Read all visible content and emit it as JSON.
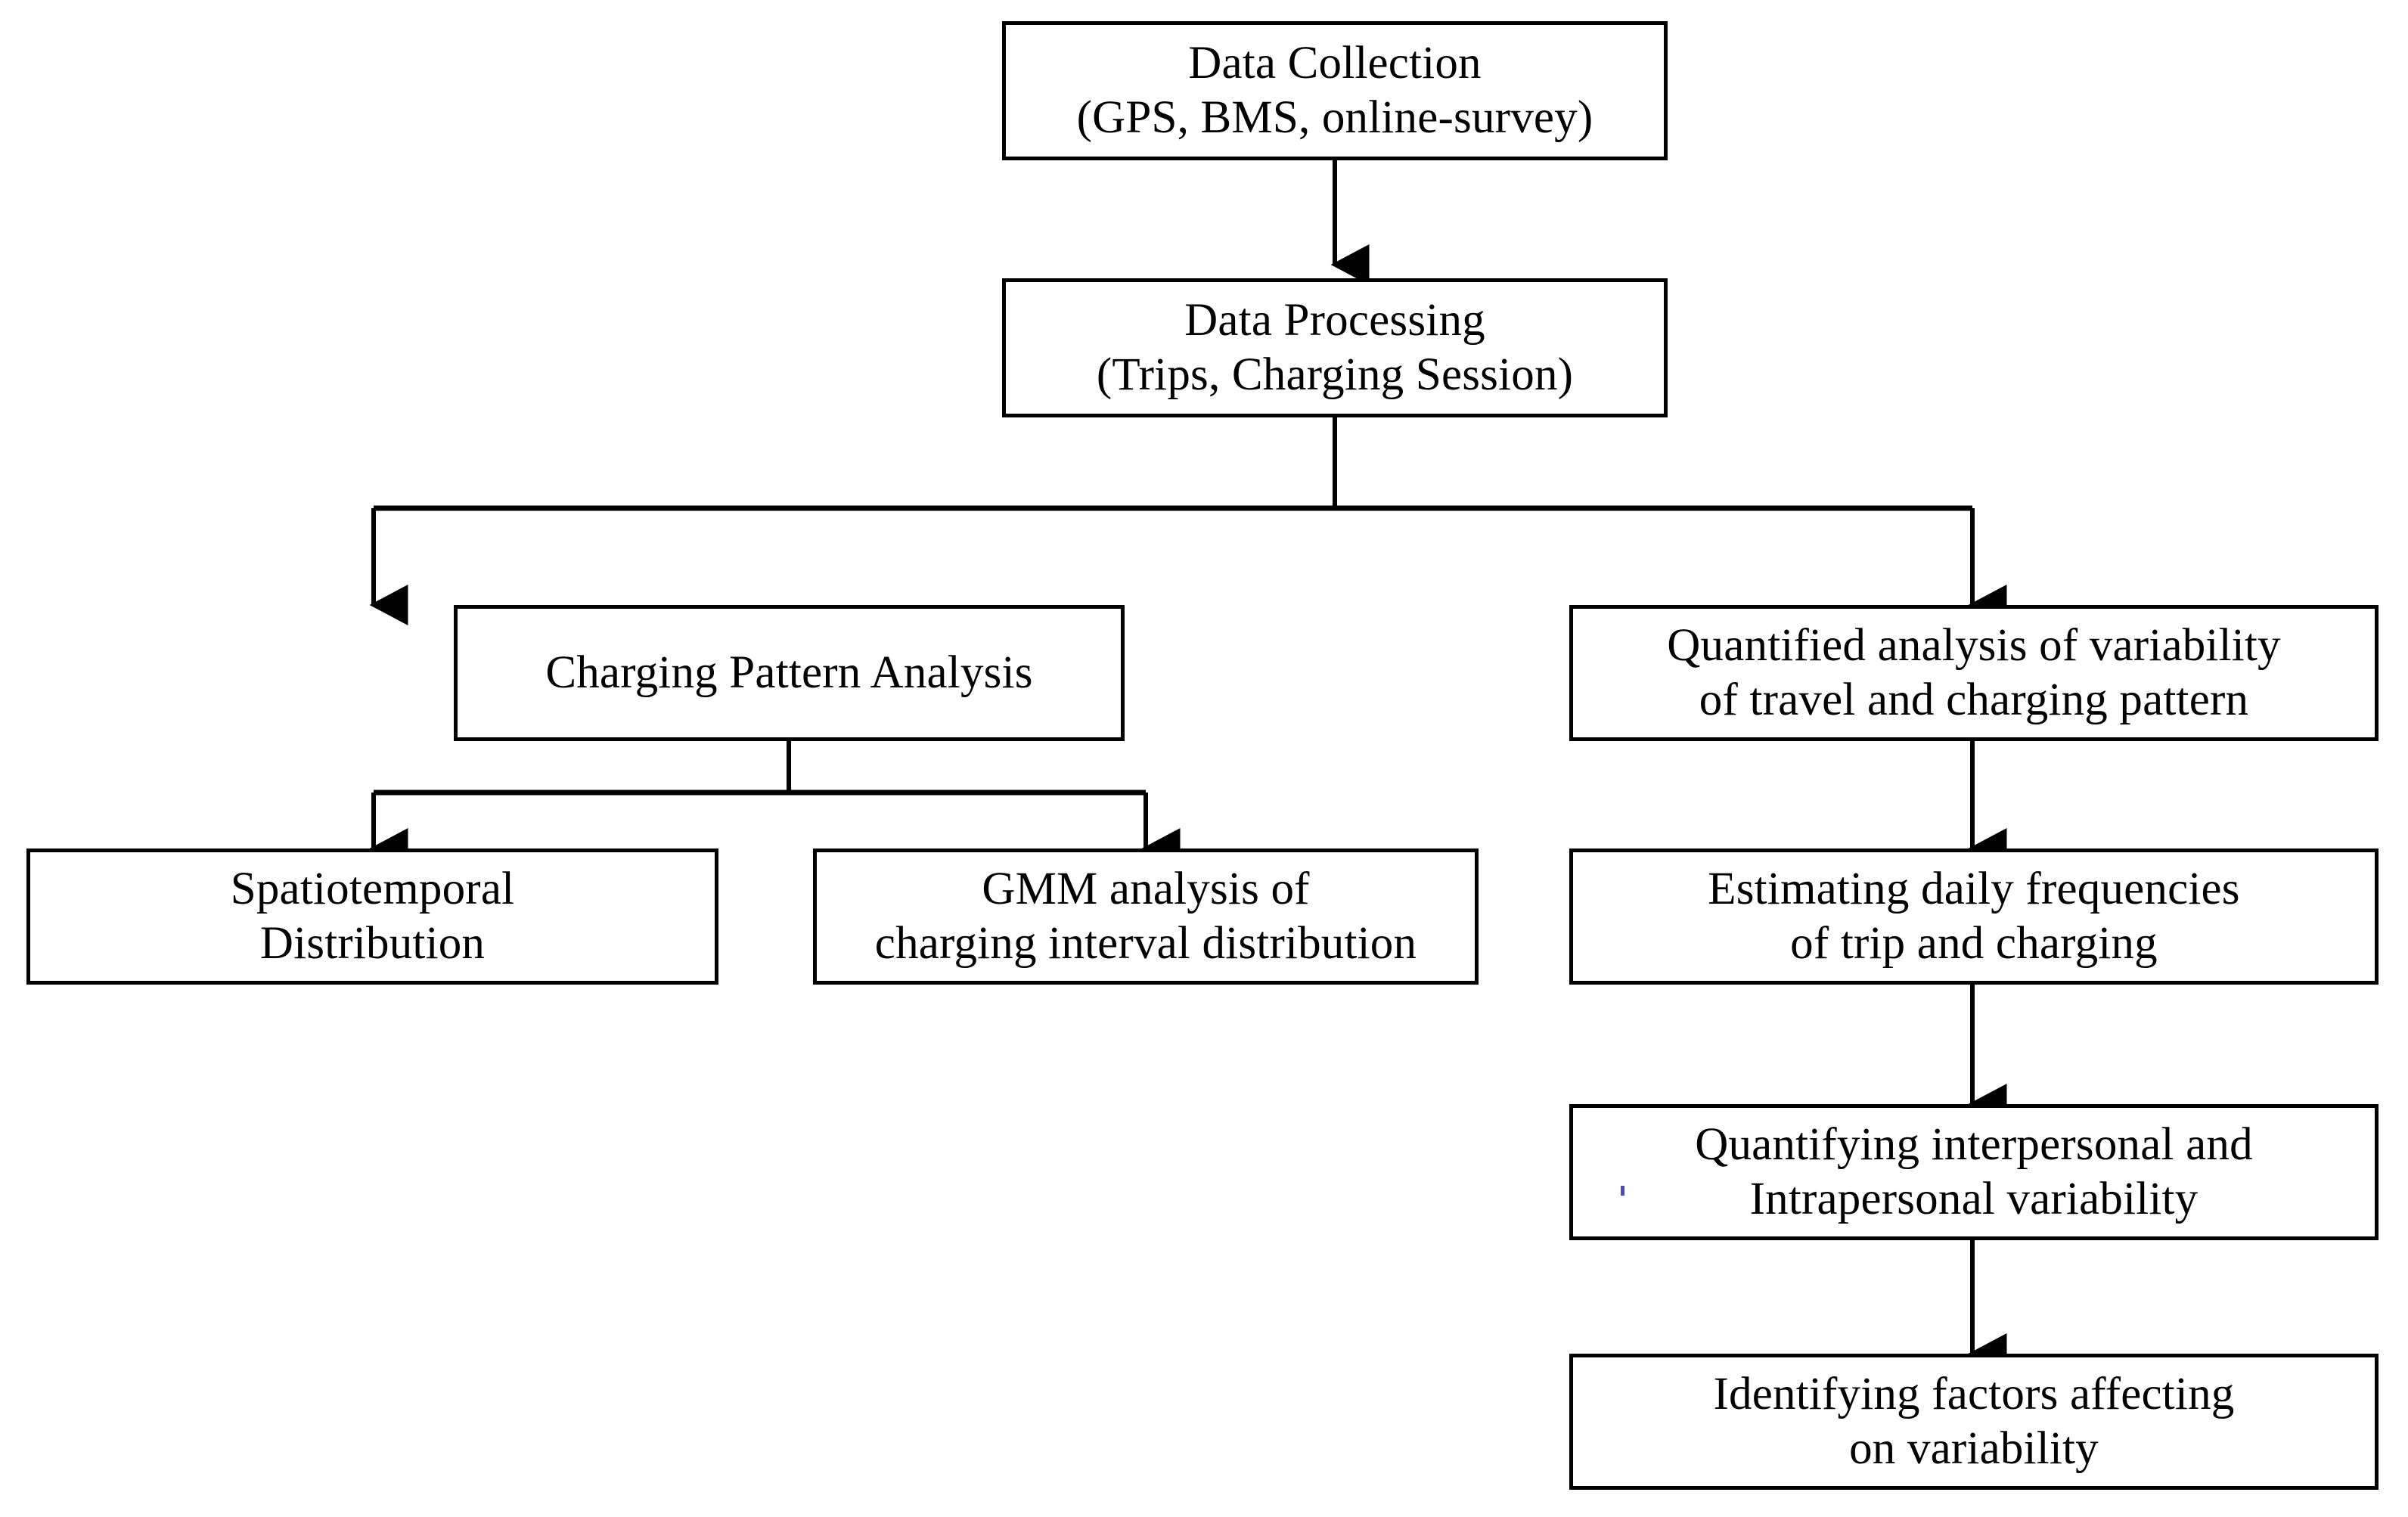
{
  "diagram": {
    "title": "Research methodology flowchart",
    "type": "flowchart",
    "colors": {
      "box_border": "#000000",
      "box_fill": "#ffffff",
      "connector": "#000000",
      "background": "#ffffff",
      "speck": "#4a4ac8"
    },
    "nodes": [
      {
        "id": "data-collection",
        "lines": [
          "Data Collection",
          "(GPS, BMS, online-survey)"
        ]
      },
      {
        "id": "data-processing",
        "lines": [
          "Data Processing",
          "(Trips, Charging Session)"
        ]
      },
      {
        "id": "charging-pattern-analysis",
        "lines": [
          "Charging Pattern Analysis"
        ]
      },
      {
        "id": "quantified-analysis-variability",
        "lines": [
          "Quantified analysis of variability",
          "of travel and charging pattern"
        ]
      },
      {
        "id": "spatiotemporal-distribution",
        "lines": [
          "Spatiotemporal",
          "Distribution"
        ]
      },
      {
        "id": "gmm-analysis",
        "lines": [
          "GMM analysis of",
          "charging interval distribution"
        ]
      },
      {
        "id": "estimating-daily-frequencies",
        "lines": [
          "Estimating daily frequencies",
          "of trip and charging"
        ]
      },
      {
        "id": "quantifying-variability",
        "lines": [
          "Quantifying interpersonal and",
          "Intrapersonal variability"
        ]
      },
      {
        "id": "identifying-factors",
        "lines": [
          "Identifying factors affecting",
          "on variability"
        ]
      }
    ],
    "edges": [
      {
        "id": "edge-collection-to-processing",
        "from": "data-collection",
        "to": "data-processing"
      },
      {
        "id": "edge-processing-to-charging-pattern",
        "from": "data-processing",
        "to": "charging-pattern-analysis"
      },
      {
        "id": "edge-processing-to-quantified",
        "from": "data-processing",
        "to": "quantified-analysis-variability"
      },
      {
        "id": "edge-charging-to-spatiotemporal",
        "from": "charging-pattern-analysis",
        "to": "spatiotemporal-distribution"
      },
      {
        "id": "edge-charging-to-gmm",
        "from": "charging-pattern-analysis",
        "to": "gmm-analysis"
      },
      {
        "id": "edge-quantified-to-estimating",
        "from": "quantified-analysis-variability",
        "to": "estimating-daily-frequencies"
      },
      {
        "id": "edge-estimating-to-quantifying",
        "from": "estimating-daily-frequencies",
        "to": "quantifying-variability"
      },
      {
        "id": "edge-quantifying-to-identifying",
        "from": "quantifying-variability",
        "to": "identifying-factors"
      }
    ]
  }
}
